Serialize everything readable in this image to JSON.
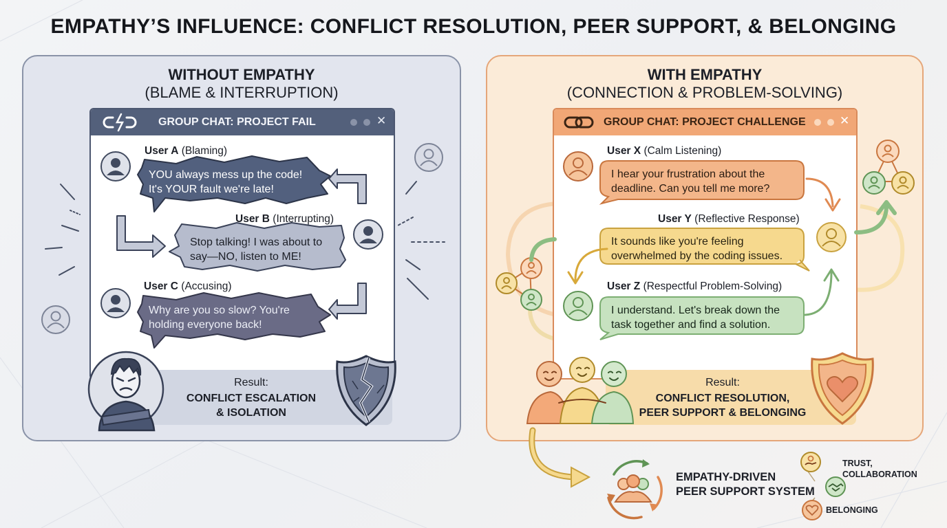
{
  "title": "EMPATHY’S INFLUENCE: CONFLICT RESOLUTION, PEER SUPPORT, & BELONGING",
  "colors": {
    "left_accent": "#53607b",
    "right_accent": "#f1a776",
    "conflict_bubble": "#52607e",
    "user_c_bubble": "#6a6b86",
    "orange_bubble": "#f3b68a",
    "yellow_bubble": "#f6d98e",
    "green_bubble": "#c7e2c0"
  },
  "left_panel": {
    "heading": "WITHOUT EMPATHY",
    "subheading": "(BLAME & INTERRUPTION)",
    "window_icon": "broken-link-icon",
    "window_title": "GROUP CHAT: PROJECT FAIL",
    "messages": [
      {
        "user": "User A",
        "role": "(Blaming)",
        "lines": [
          "YOU always mess up the code!",
          "It's YOUR fault we're late!"
        ]
      },
      {
        "user": "User B",
        "role": "(Interrupting)",
        "lines": [
          "Stop talking! I was about to",
          "say—NO, listen to ME!"
        ]
      },
      {
        "user": "User C",
        "role": "(Accusing)",
        "lines": [
          "Why are you so slow? You're",
          "holding everyone back!"
        ]
      }
    ],
    "result_label": "Result:",
    "result_lines": [
      "CONFLICT ESCALATION",
      "& ISOLATION"
    ]
  },
  "right_panel": {
    "heading": "WITH EMPATHY",
    "subheading": "(CONNECTION & PROBLEM-SOLVING)",
    "window_icon": "chain-link-icon",
    "window_title": "GROUP CHAT: PROJECT CHALLENGE",
    "messages": [
      {
        "user": "User X",
        "role": "(Calm Listening)",
        "lines": [
          "I hear your frustration about the",
          "deadline. Can you tell me more?"
        ]
      },
      {
        "user": "User Y",
        "role": "(Reflective Response)",
        "lines": [
          "It sounds like you're feeling",
          "overwhelmed by the coding issues."
        ]
      },
      {
        "user": "User Z",
        "role": "(Respectful Problem-Solving)",
        "lines": [
          "I understand. Let's break down the",
          "task together and find a solution."
        ]
      }
    ],
    "result_label": "Result:",
    "result_lines": [
      "CONFLICT RESOLUTION,",
      "PEER SUPPORT & BELONGING"
    ]
  },
  "system": {
    "title_lines": [
      "EMPATHY-DRIVEN",
      "PEER SUPPORT SYSTEM"
    ],
    "outcomes": [
      {
        "icon": "trust-hand-icon",
        "lines": [
          "TRUST,",
          "COLLABORATION"
        ]
      },
      {
        "icon": "handshake-icon",
        "lines": []
      },
      {
        "icon": "heart-icon",
        "lines": [
          "BELONGING"
        ]
      }
    ]
  }
}
